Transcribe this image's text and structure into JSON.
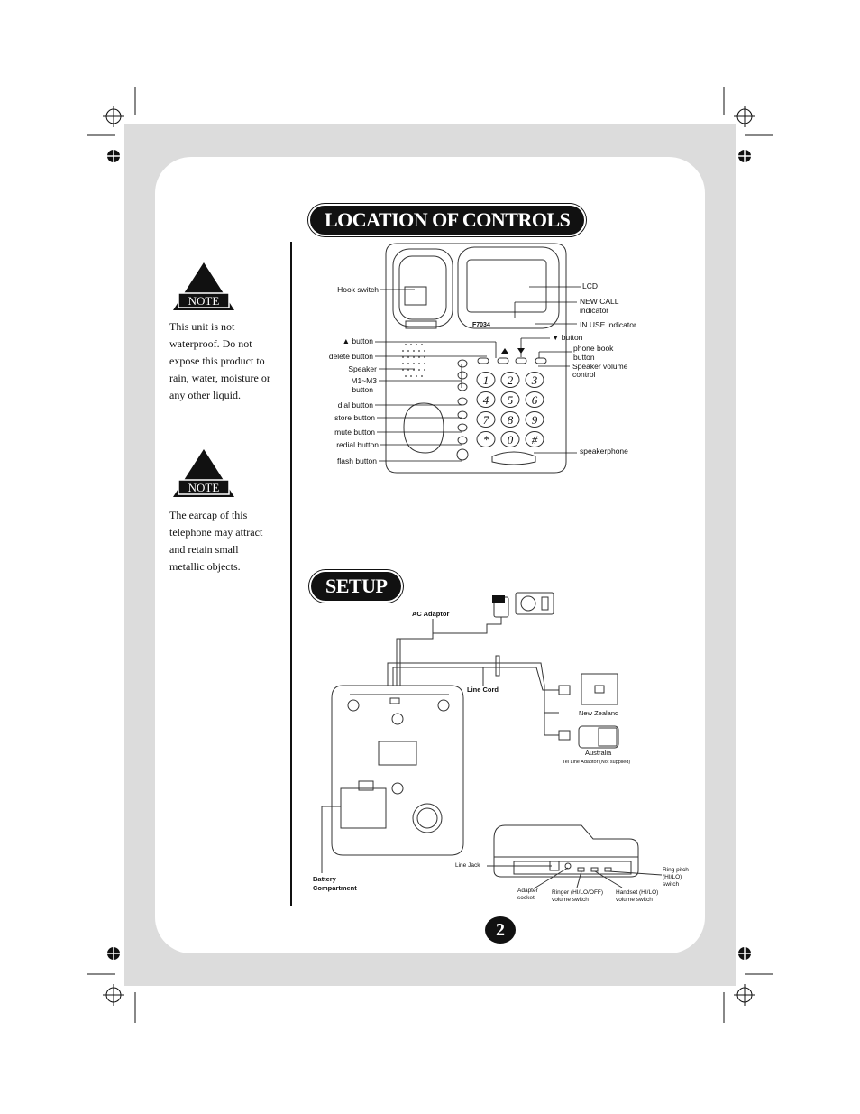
{
  "page": {
    "title": "LOCATION OF CONTROLS",
    "setup_title": "SETUP",
    "page_number": "2"
  },
  "notes": [
    {
      "badge": "NOTE",
      "text": "This unit is not waterproof. Do not expose this product to rain, water, moisture or any other liquid."
    },
    {
      "badge": "NOTE",
      "text": "The earcap of this telephone may attract and retain small metallic objects."
    }
  ],
  "controls_left": {
    "hook_switch": "Hook switch",
    "up_button": "▲ button",
    "delete_button": "delete button",
    "speaker": "Speaker",
    "m1_m3": "M1~M3",
    "m1_m3_2": "button",
    "dial_button": "dial button",
    "store_button": "store button",
    "mute_button": "mute button",
    "redial_button": "redial button",
    "flash_button": "flash button"
  },
  "controls_right": {
    "lcd": "LCD",
    "new_call": "NEW CALL",
    "new_call_2": "indicator",
    "in_use": "IN USE indicator",
    "down_button": "▼ button",
    "phone_book": "phone book",
    "phone_book_2": "button",
    "speaker_volume": "Speaker volume",
    "speaker_volume_2": "control",
    "speakerphone": "speakerphone"
  },
  "phone": {
    "model": "F7034",
    "keys": [
      "1",
      "2",
      "3",
      "4",
      "5",
      "6",
      "7",
      "8",
      "9",
      "*",
      "0",
      "#"
    ]
  },
  "setup": {
    "ac_adaptor": "AC Adaptor",
    "line_cord": "Line Cord",
    "new_zealand": "New Zealand",
    "australia": "Australia",
    "tel_line_adaptor": "Tel Line Adaptor (Not supplied)",
    "battery": "Battery",
    "battery_2": "Compartment",
    "line_jack": "Line Jack",
    "adapter_socket": "Adapter",
    "adapter_socket_2": "socket",
    "ringer": "Ringer (HI/LO/OFF)",
    "ringer_2": "volume switch",
    "handset": "Handset (HI/LO)",
    "handset_2": "volume switch",
    "ring_pitch": "Ring pitch",
    "ring_pitch_2": "(HI/LO)",
    "ring_pitch_3": "switch"
  }
}
